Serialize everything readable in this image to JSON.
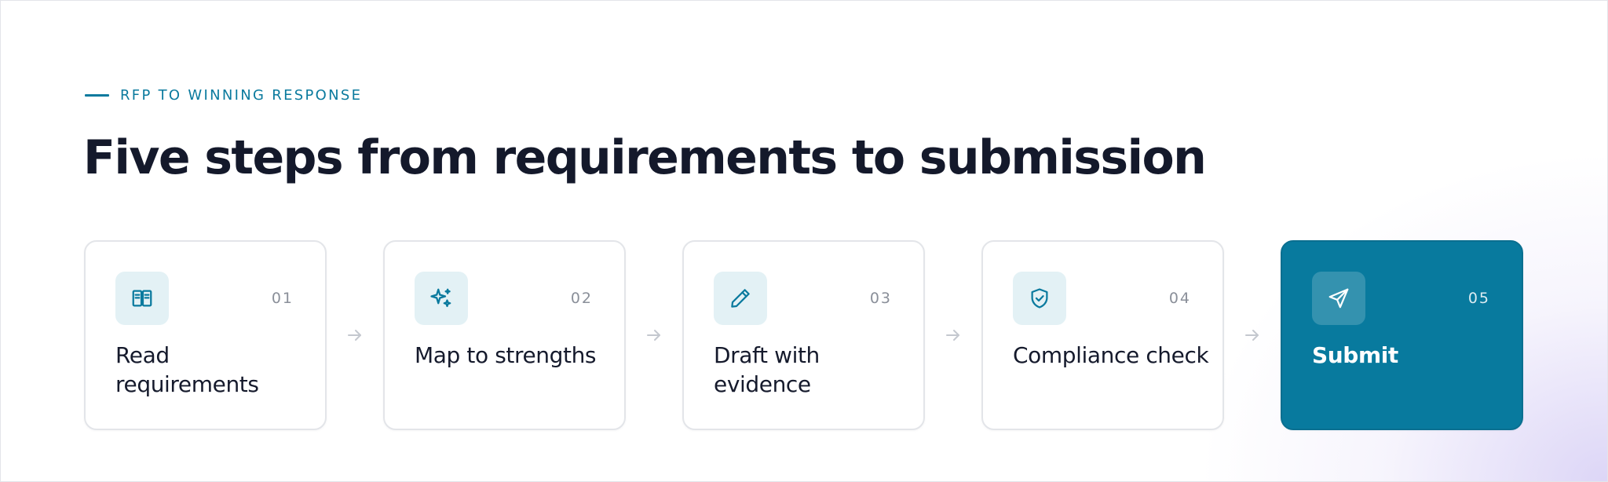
{
  "eyebrow": "RFP TO WINNING RESPONSE",
  "headline": "Five steps from requirements to submission",
  "colors": {
    "accent": "#0a7a9e",
    "active_card": "#087a9e",
    "icon_tile": "#e3f1f5",
    "heading": "#14192b",
    "muted": "#8a8f99"
  },
  "steps": [
    {
      "number": "01",
      "title": "Read requirements",
      "icon": "book-open-icon",
      "active": false
    },
    {
      "number": "02",
      "title": "Map to strengths",
      "icon": "sparkles-icon",
      "active": false
    },
    {
      "number": "03",
      "title": "Draft with evidence",
      "icon": "pencil-icon",
      "active": false
    },
    {
      "number": "04",
      "title": "Compliance check",
      "icon": "shield-check-icon",
      "active": false
    },
    {
      "number": "05",
      "title": "Submit",
      "icon": "send-icon",
      "active": true
    }
  ],
  "connector_icon": "arrow-right-icon"
}
